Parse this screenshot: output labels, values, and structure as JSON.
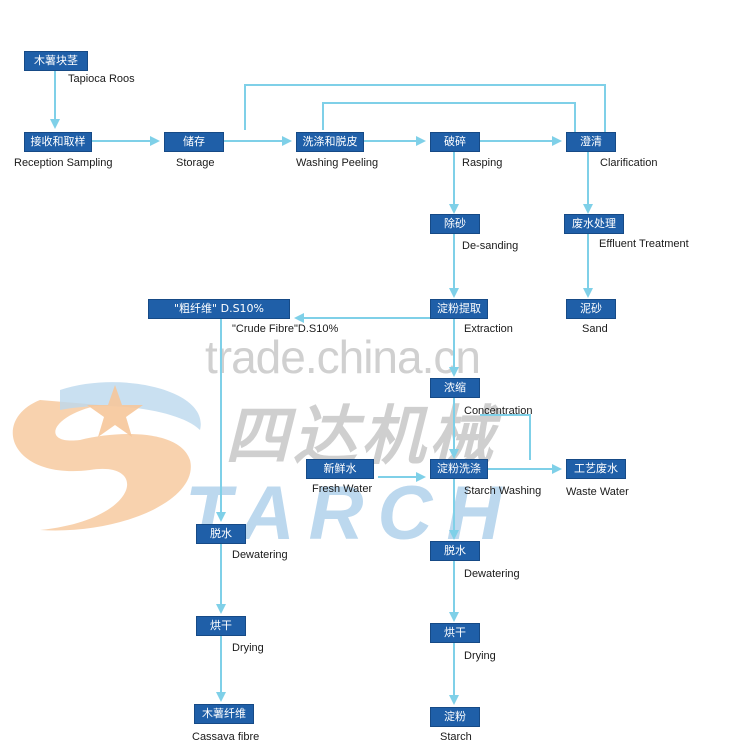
{
  "nodes": {
    "tapioca_roots": {
      "cn": "木薯块茎",
      "en": "Tapioca Roos"
    },
    "reception": {
      "cn": "接收和取样",
      "en": "Reception Sampling"
    },
    "storage": {
      "cn": "储存",
      "en": "Storage"
    },
    "washing_peeling": {
      "cn": "洗涤和脱皮",
      "en": "Washing Peeling"
    },
    "rasping": {
      "cn": "破碎",
      "en": "Rasping"
    },
    "clarification": {
      "cn": "澄清",
      "en": "Clarification"
    },
    "desanding": {
      "cn": "除砂",
      "en": "De-sanding"
    },
    "effluent": {
      "cn": "废水处理",
      "en": "Effluent Treatment"
    },
    "crude_fibre": {
      "cn": "\"粗纤维\" D.S10%",
      "en": "\"Crude Fibre\"D.S10%"
    },
    "extraction": {
      "cn": "淀粉提取",
      "en": "Extraction"
    },
    "sand": {
      "cn": "泥砂",
      "en": "Sand"
    },
    "concentration": {
      "cn": "浓缩",
      "en": "Concentration"
    },
    "fresh_water": {
      "cn": "新鲜水",
      "en": "Fresh Water"
    },
    "starch_washing": {
      "cn": "淀粉洗涤",
      "en": "Starch Washing"
    },
    "waste_water": {
      "cn": "工艺废水",
      "en": "Waste Water"
    },
    "dewatering_left": {
      "cn": "脱水",
      "en": "Dewatering"
    },
    "dewatering_right": {
      "cn": "脱水",
      "en": "Dewatering"
    },
    "drying_left": {
      "cn": "烘干",
      "en": "Drying"
    },
    "drying_right": {
      "cn": "烘干",
      "en": "Drying"
    },
    "cassava_fibre": {
      "cn": "木薯纤维",
      "en": "Cassava fibre"
    },
    "starch": {
      "cn": "淀粉",
      "en": "Starch"
    }
  },
  "watermark": {
    "site": "trade.china.cn",
    "company_cn": "四达机械",
    "brand": "TARCH"
  },
  "colors": {
    "box": "#1f5fa8",
    "arrow": "#7fd0e8",
    "watermark_logo_orange": "#f6c79a",
    "watermark_logo_blue": "#bcd8ee",
    "watermark_text": "#c9c9c9"
  }
}
